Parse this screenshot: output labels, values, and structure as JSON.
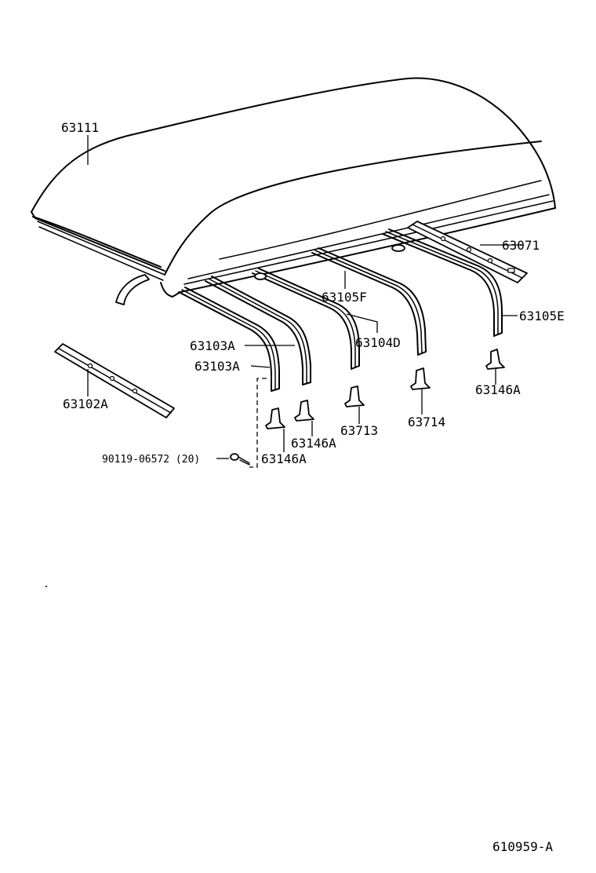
{
  "labels": {
    "roof_panel": "63111",
    "rear_header": "63071",
    "bow_63105F": "63105F",
    "bow_63105E": "63105E",
    "bow_63104D": "63104D",
    "bow_63103A_upper": "63103A",
    "bow_63103A_lower": "63103A",
    "front_header": "63102A",
    "bracket_63146A_right": "63146A",
    "bracket_63714": "63714",
    "bracket_63713": "63713",
    "bracket_63146A_mid": "63146A",
    "bracket_63146A_low": "63146A",
    "bolt": "90119-06572 (20)",
    "figure_code": "610959-A"
  }
}
